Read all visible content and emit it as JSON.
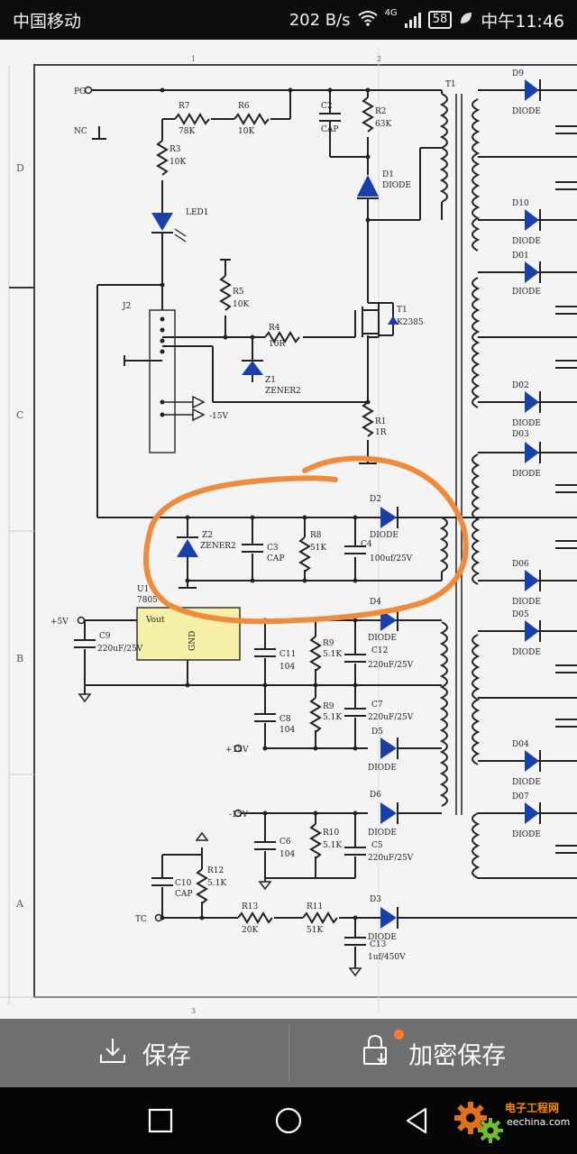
{
  "status": {
    "carrier": "中国移动",
    "speed": "202 B/s",
    "network": "4G",
    "battery": "58",
    "time": "中午11:46"
  },
  "schematic": {
    "grid_numbers": [
      "1",
      "2",
      "3"
    ],
    "grid_letters": [
      "D",
      "C",
      "B",
      "A"
    ],
    "labels": {
      "pg": "PG",
      "nc": "NC",
      "r7": "R7",
      "r7v": "78K",
      "r6": "R6",
      "r6v": "10K",
      "r3": "R3",
      "r3v": "10K",
      "c2": "C2",
      "c2v": "CAP",
      "r2": "R2",
      "r2v": "63K",
      "d1": "D1",
      "d1v": "DIODE",
      "led1": "LED1",
      "r5": "R5",
      "r5v": "10K",
      "j2": "J2",
      "r4": "R4",
      "r4v": "10R",
      "t1": "T1",
      "t1v": "K2385",
      "z1": "Z1",
      "z1v": "ZENER2",
      "gnd15": "-15V",
      "r1": "R1",
      "r1v": "1R",
      "d2": "D2",
      "d2v": "DIODE",
      "z2": "Z2",
      "z2v": "ZENER2",
      "c3": "C3",
      "c3v": "CAP",
      "r8": "R8",
      "r8v": "51K",
      "c4": "C4",
      "c4v": "100uf/25V",
      "u1": "U1",
      "u1v": "7805",
      "vout": "Vout",
      "gnd": "GND",
      "p5v": "+5V",
      "c9": "C9",
      "c9v": "220uF/25V",
      "c11": "C11",
      "c11v": "104",
      "r9a": "R9",
      "r9av": "5.1K",
      "c12": "C12",
      "c12v": "220uF/25V",
      "d4": "D4",
      "d4v": "DIODE",
      "c8": "C8",
      "c8v": "104",
      "r9b": "R9",
      "r9bv": "5.1K",
      "c7": "C7",
      "c7v": "220uF/25V",
      "p15v": "+15V",
      "d5": "D5",
      "d5v": "DIODE",
      "m15v": "-15V",
      "d6": "D6",
      "d6v": "DIODE",
      "c6": "C6",
      "c6v": "104",
      "r10": "R10",
      "r10v": "5.1K",
      "c5": "C5",
      "c5v": "220uF/25V",
      "c10": "C10",
      "c10v": "CAP",
      "r12": "R12",
      "r12v": "5.1K",
      "tc": "TC",
      "r13": "R13",
      "r13v": "20K",
      "r11": "R11",
      "r11v": "51K",
      "d3": "D3",
      "d3v": "DIODE",
      "c13": "C13",
      "c13v": "1uf/450V",
      "tr1": "T1",
      "d9": "D9",
      "d10": "D10",
      "d01": "D01",
      "d02": "D02",
      "d03": "D03",
      "d04": "D04",
      "d05": "D05",
      "d06": "D06",
      "d07": "D07",
      "diode": "DIODE"
    }
  },
  "actions": {
    "save": "保存",
    "encrypted_save": "加密保存"
  },
  "watermark": {
    "text": "电子工程网",
    "url": "eechina.com"
  },
  "colors": {
    "highlight": "#f08a3c",
    "diode": "#1a3fa8"
  }
}
